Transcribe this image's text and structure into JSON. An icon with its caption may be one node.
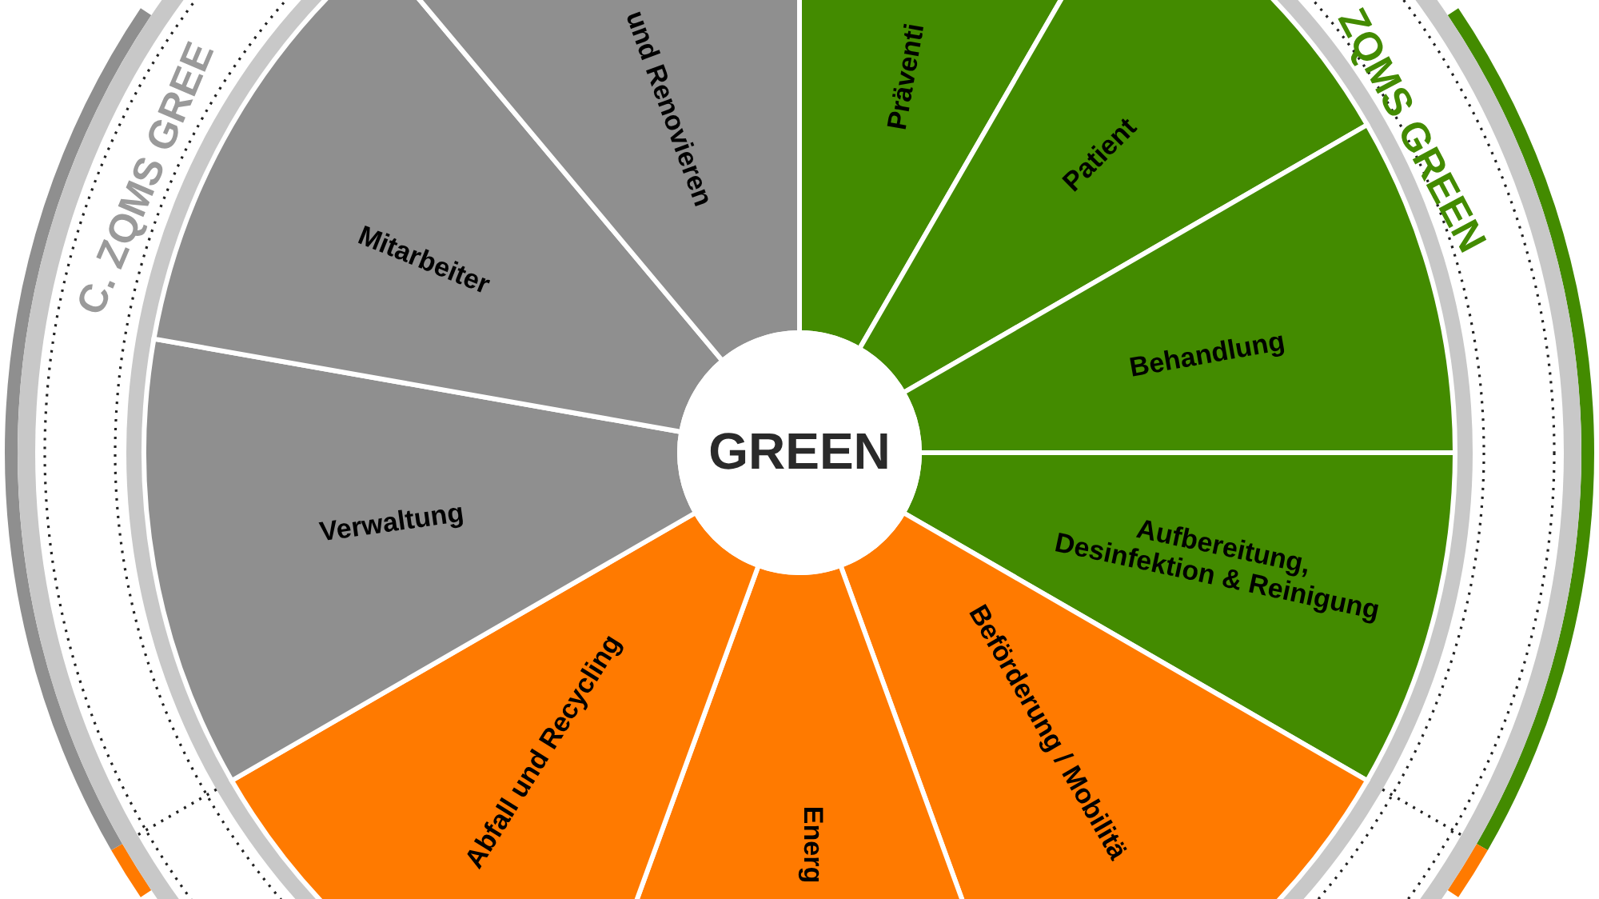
{
  "diagram": {
    "nodes": [
      {
        "text": [
          "GREEN"
        ]
      },
      {
        "text": [
          "Präventi"
        ]
      },
      {
        "text": [
          "Patient"
        ]
      },
      {
        "text": [
          "Behandlung"
        ]
      },
      {
        "text": [
          "Aufbereitung, Desinfektion & Reinigung"
        ]
      },
      {
        "text": [
          "Beförderung / Mobilitä"
        ]
      },
      {
        "text": [
          "Energ"
        ]
      },
      {
        "text": [
          "Abfall und Recycling"
        ]
      },
      {
        "text": [
          "Verwaltung"
        ]
      },
      {
        "text": [
          "Mitarbeiter"
        ]
      },
      {
        "text": [
          "und Renovieren"
        ]
      }
    ],
    "labels": [
      "C. ZQMS GREE",
      "ZQMS GREEN"
    ]
  }
}
